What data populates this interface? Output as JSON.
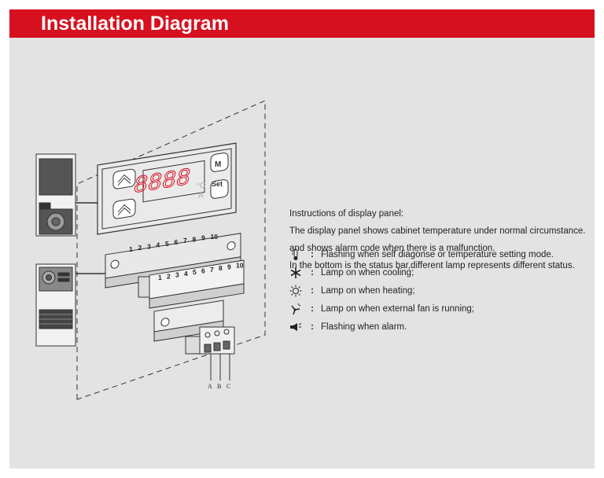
{
  "header": {
    "title": "Installation Diagram"
  },
  "colors": {
    "banner": "#d7101f",
    "panel": "#e3e3e3",
    "line": "#333333"
  },
  "diagram": {
    "display_digits": "8888",
    "unit_c": "°C",
    "unit_a": "A",
    "button_m": "M",
    "button_set": "Set",
    "terminal_numbers": [
      "1",
      "2",
      "3",
      "4",
      "5",
      "6",
      "7",
      "8",
      "9",
      "10"
    ],
    "abc_labels": [
      "A",
      "B",
      "C"
    ]
  },
  "instructions": {
    "lines": [
      "Instructions of display panel:",
      "The display panel shows cabinet temperature under normal circumstance.",
      "and shows alarm code when there is a malfunction.",
      "In the bottom is the status bar,different lamp represents different status."
    ]
  },
  "legend": [
    {
      "icon": "thermometer-icon",
      "separator": ":",
      "text": "Flashing when self diagonse or temperature setting mode."
    },
    {
      "icon": "snowflake-icon",
      "separator": ":",
      "text": "Lamp on when cooling;"
    },
    {
      "icon": "sun-icon",
      "separator": ":",
      "text": "Lamp on when heating;"
    },
    {
      "icon": "fan-icon",
      "separator": ":",
      "text": "Lamp on when external fan is running;"
    },
    {
      "icon": "alarm-horn-icon",
      "separator": ":",
      "text": "Flashing when alarm."
    }
  ]
}
